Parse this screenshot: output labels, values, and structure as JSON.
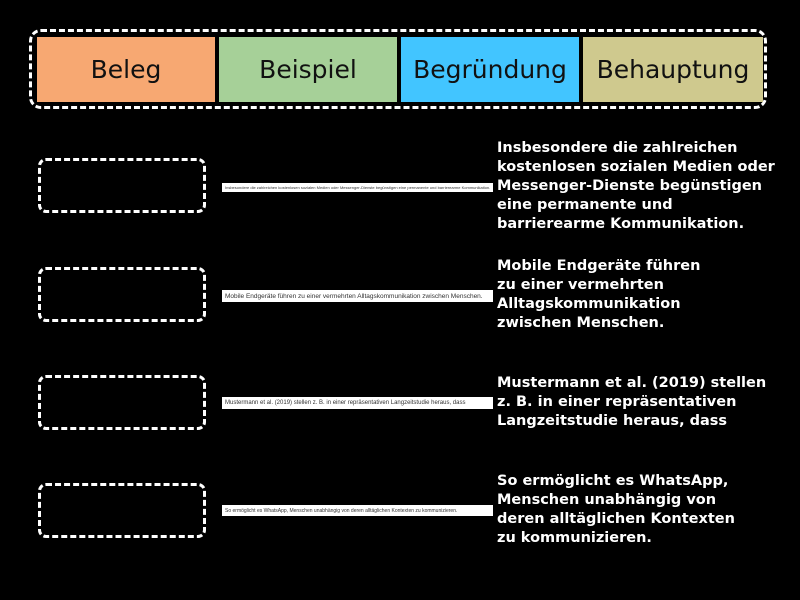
{
  "categories": [
    {
      "label": "Beleg",
      "color": "#f7a872"
    },
    {
      "label": "Beispiel",
      "color": "#a6d098"
    },
    {
      "label": "Begründung",
      "color": "#42c5ff"
    },
    {
      "label": "Behauptung",
      "color": "#cfc98e"
    }
  ],
  "rows": [
    {
      "strip": "Insbesondere die zahlreichen kostenlosen sozialen Medien oder Messenger-Dienste begünstigen eine permanente und barrierearme Kommunikation.",
      "prompt": [
        "Insbesondere die zahlreichen",
        "kostenlosen sozialen Medien oder",
        "Messenger-Dienste begünstigen",
        "eine permanente und",
        "barrierearme Kommunikation."
      ]
    },
    {
      "strip": "Mobile Endgeräte führen zu einer vermehrten Alltagskommunikation zwischen Menschen.",
      "prompt": [
        "Mobile Endgeräte führen",
        "zu einer vermehrten",
        "Alltagskommunikation",
        "zwischen Menschen."
      ]
    },
    {
      "strip": "Mustermann et al. (2019) stellen z. B. in einer repräsentativen Langzeitstudie heraus, dass",
      "prompt": [
        "Mustermann et al. (2019) stellen",
        "z. B. in einer repräsentativen",
        "Langzeitstudie heraus, dass"
      ]
    },
    {
      "strip": "So ermöglicht es WhatsApp, Menschen unabhängig von deren alltäglichen Kontexten zu kommunizieren.",
      "prompt": [
        "So ermöglicht es WhatsApp,",
        "Menschen unabhängig von",
        "deren alltäglichen Kontexten",
        "zu kommunizieren."
      ]
    }
  ]
}
